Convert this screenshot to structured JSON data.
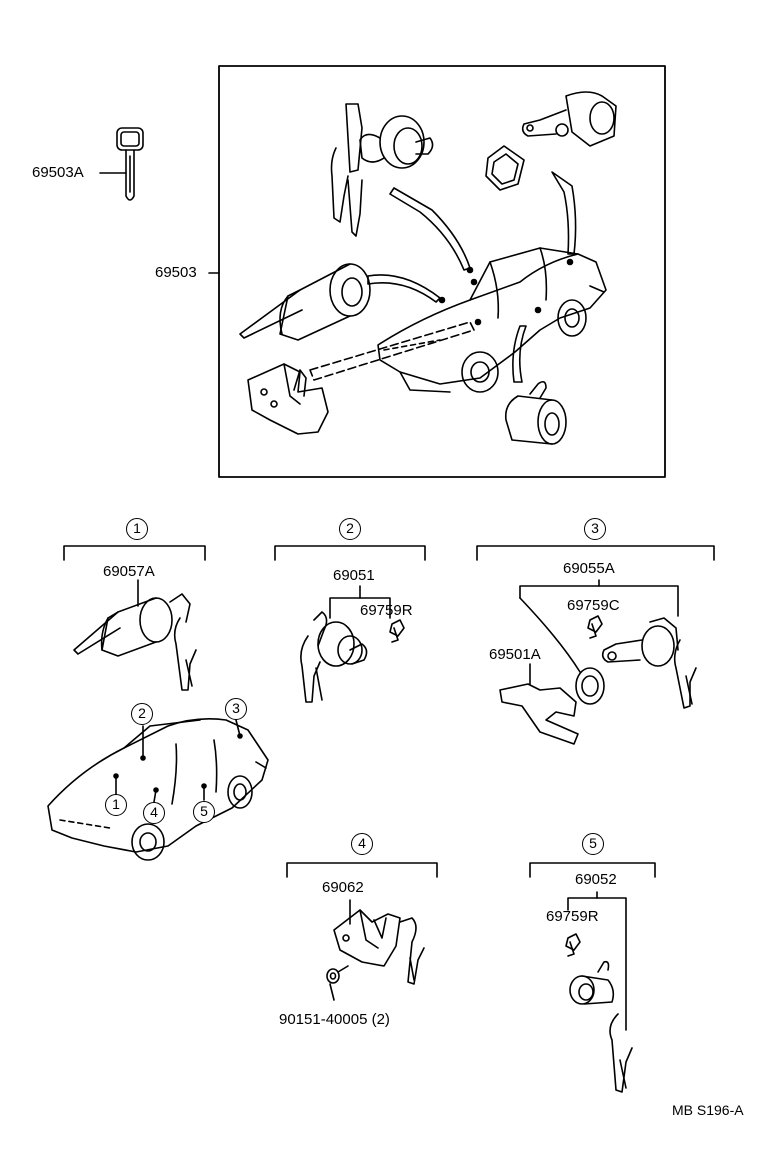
{
  "labels": {
    "key_blank": "69503A",
    "lock_set": "69503",
    "ignition_cylinder": "69057A",
    "door_cylinder": "69051",
    "door_cylinder_clip": "69759R",
    "trunk_cylinder": "69055A",
    "trunk_cylinder_clip": "69759C",
    "trunk_cover": "69501A",
    "glovebox_lock": "69062",
    "glovebox_screw": "90151-40005 (2)",
    "fuel_lid_cylinder": "69052",
    "fuel_lid_clip": "69759R",
    "figure_code": "MB S196-A"
  },
  "callouts": {
    "one": "1",
    "two": "2",
    "three": "3",
    "four": "4",
    "five": "5"
  },
  "car_callouts": {
    "one": "1",
    "two": "2",
    "three": "3",
    "four": "4",
    "five": "5"
  }
}
